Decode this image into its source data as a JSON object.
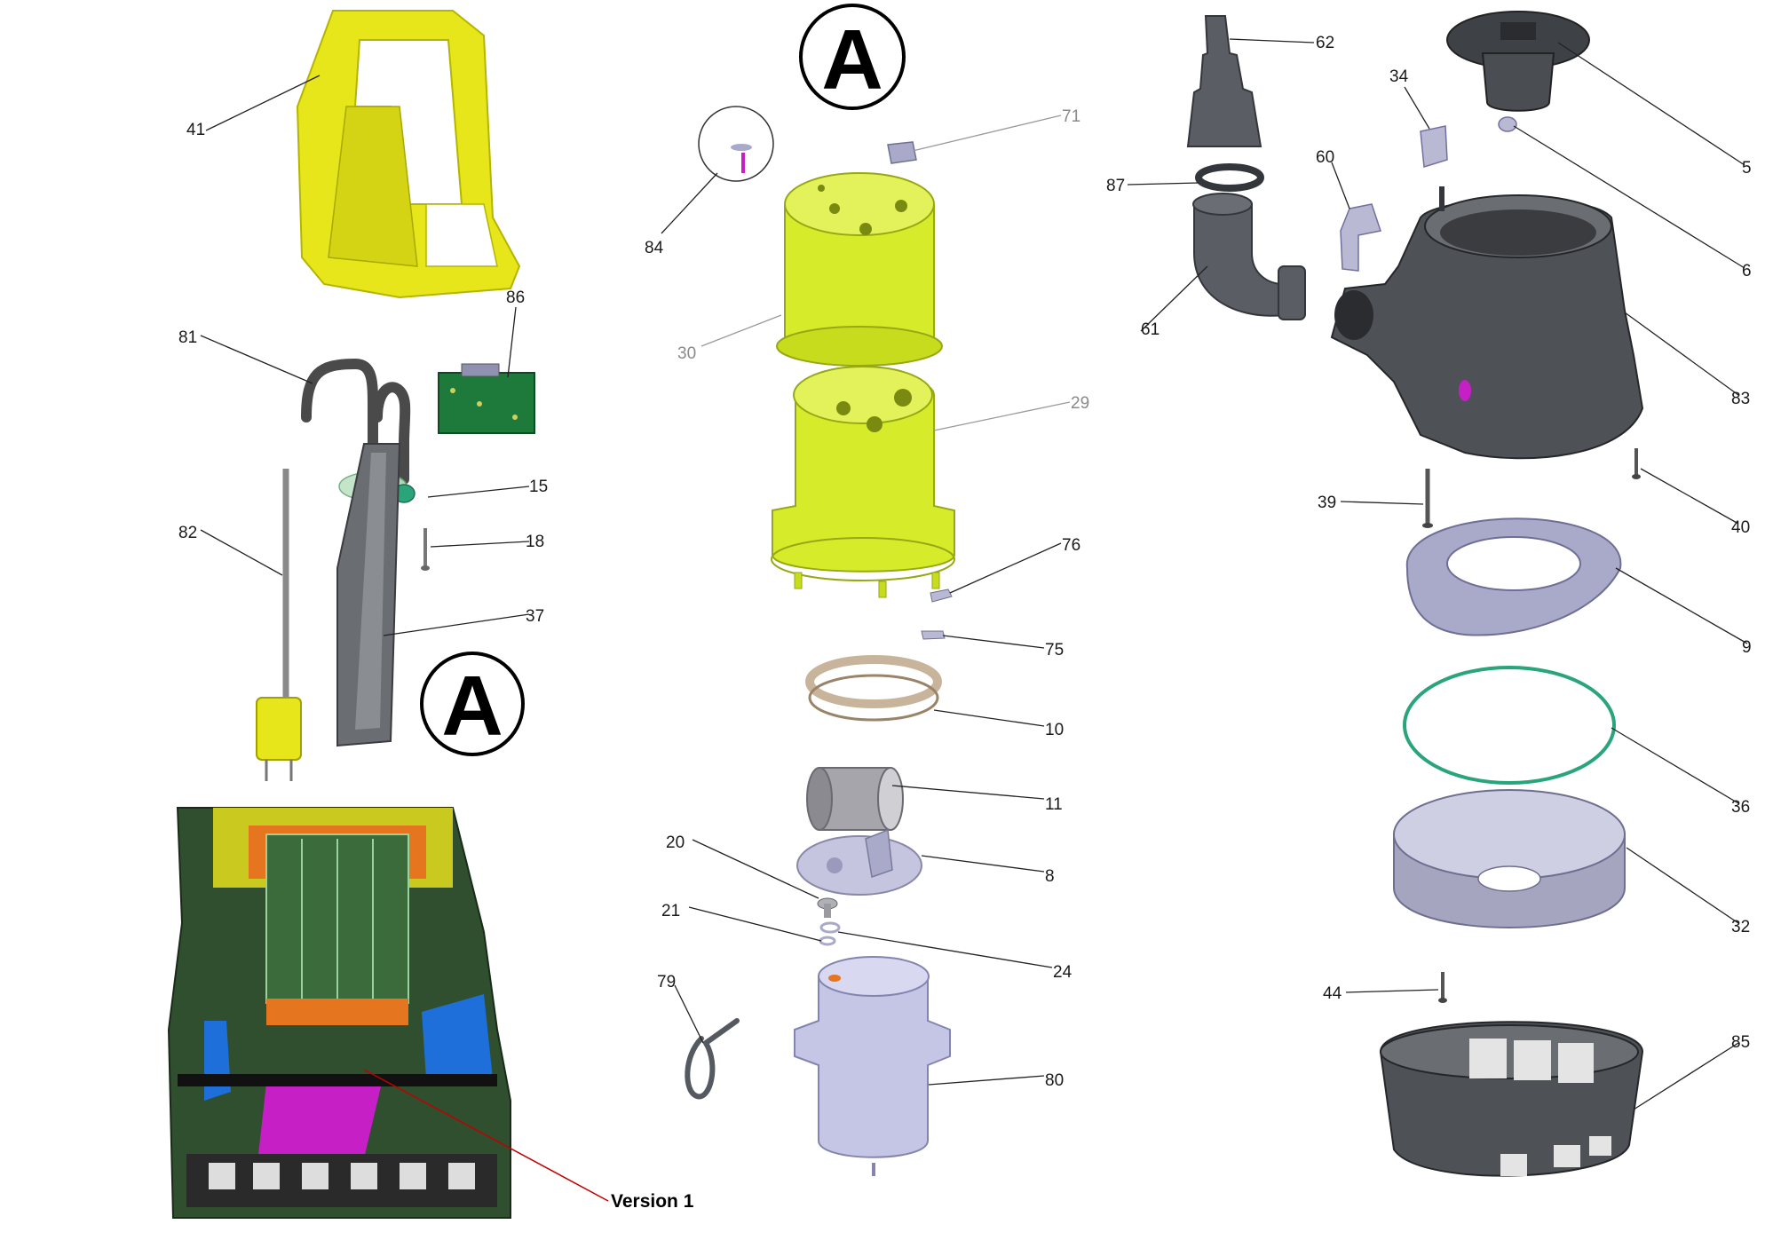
{
  "detail_marker": "A",
  "version_label": "Version 1",
  "part_numbers": {
    "p41": "41",
    "p81": "81",
    "p86": "86",
    "p15": "15",
    "p18": "18",
    "p82": "82",
    "p37": "37",
    "p84": "84",
    "p71": "71",
    "p30": "30",
    "p29": "29",
    "p76": "76",
    "p75": "75",
    "p10": "10",
    "p11": "11",
    "p8": "8",
    "p20": "20",
    "p21": "21",
    "p24": "24",
    "p79": "79",
    "p80": "80",
    "p62": "62",
    "p87": "87",
    "p61": "61",
    "p34": "34",
    "p5": "5",
    "p60": "60",
    "p6": "6",
    "p83": "83",
    "p39": "39",
    "p40": "40",
    "p9": "9",
    "p36": "36",
    "p32": "32",
    "p44": "44",
    "p85": "85"
  },
  "colors": {
    "handle_yellow": "#e6e61a",
    "motor_housing_yellow": "#d6ec2a",
    "grey_part": "#555a60",
    "lilac_part": "#a9a9c9",
    "seal_green": "#2aa57a",
    "band_tan": "#c8b49a",
    "section_green": "#2f4f2f",
    "section_blue": "#1e6fd9",
    "section_magenta": "#c61fc6",
    "section_orange": "#e6751f",
    "leader_red": "#c00000"
  }
}
